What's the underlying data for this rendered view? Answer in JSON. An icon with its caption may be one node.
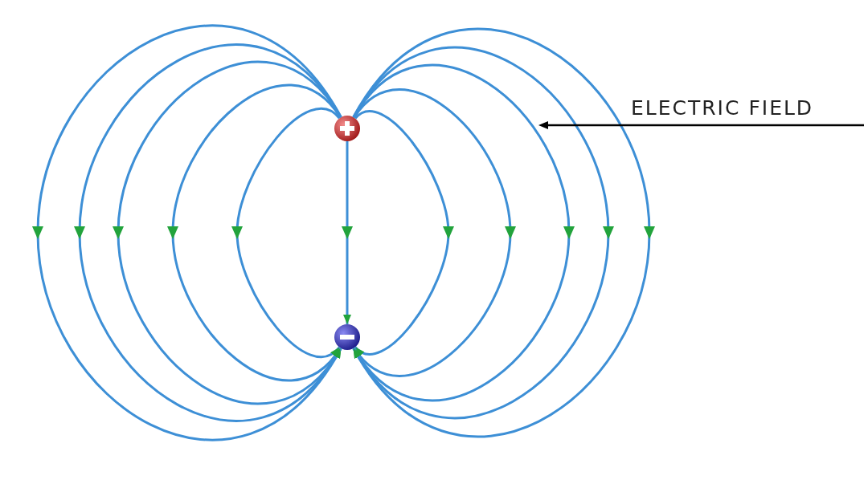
{
  "diagram": {
    "nodes": [
      {
        "text": [],
        "shape": "circle"
      },
      {
        "text": [],
        "shape": "circle"
      },
      {
        "text": [
          "ELECTRIC FIELD"
        ]
      }
    ],
    "edges": [
      {
        "from": 0,
        "to": 1,
        "arrow": "to"
      },
      {
        "from": 0,
        "to": 1,
        "arrow": "to"
      },
      {
        "from": 0,
        "to": 1,
        "arrow": "to"
      },
      {
        "from": 0,
        "to": 1,
        "arrow": "to"
      },
      {
        "from": 0,
        "to": 1,
        "arrow": "to"
      },
      {
        "from": 0,
        "to": 1,
        "arrow": "to"
      },
      {
        "from": 0,
        "to": 1,
        "arrow": "to"
      },
      {
        "from": 0,
        "to": 1,
        "arrow": "to"
      },
      {
        "from": 0,
        "to": 1,
        "arrow": "to"
      },
      {
        "from": 0,
        "to": 1,
        "arrow": "to"
      },
      {
        "from": 0,
        "to": 1,
        "arrow": "to"
      },
      {
        "from": 2,
        "to": null,
        "arrow": "to",
        "color": "#000000"
      }
    ]
  }
}
